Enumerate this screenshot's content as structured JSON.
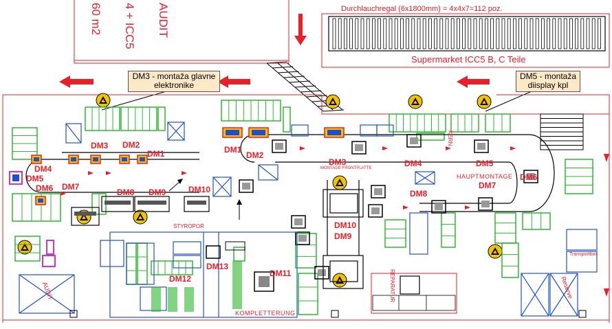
{
  "header": {
    "rack_title": "Durchlauchregal (6x1800mm) = 4x4x7=112 poz.",
    "supermarket_label": "Supermarket ICC5 B, C Teile"
  },
  "audit_box": {
    "line1": "AUDIT",
    "line2": "4 + ICC5",
    "line3": "60 m2"
  },
  "callouts": {
    "dm3": "DM3 - montaža glavne elektronike",
    "dm5": "DM5 - montaža diisplay kpl"
  },
  "stations": {
    "dm1_left": "DM1",
    "dm2_left": "DM2",
    "dm3_left": "DM3",
    "dm4_left": "DM4",
    "dm5_left": "DM5",
    "dm6_left": "DM6",
    "dm7_left": "DM7",
    "dm8_left": "DM8",
    "dm9_left": "DM9",
    "dm10_left": "DM10",
    "dm1_mid": "DM1",
    "dm2_mid": "DM2",
    "dm3_mid": "DM3",
    "dm4_right": "DM4",
    "dm5_right": "DM5",
    "dm6_right": "DM6",
    "dm7_right": "DM7",
    "dm8_right": "DM8",
    "dm9_center": "DM9",
    "dm10_center": "DM10",
    "dm11": "DM11",
    "dm12": "DM12",
    "dm13": "DM13"
  },
  "labels": {
    "hauptmontage": "HAUPTMONTAGE",
    "kompletierung": "KOMPLETTERUNG",
    "styropor": "STYROPOR",
    "kern": "KERN",
    "montage_frontplatte": "MONTAGE FRONTPLATTE",
    "reparatur": "REPARATUR",
    "reserve": "Reserve",
    "transport": "Transportbox",
    "audit_small": "AUDIT"
  },
  "colors": {
    "red": "#e8202a",
    "green": "#2eb82e",
    "blue": "#1f4fd1",
    "magenta": "#cc33cc",
    "esd_yellow": "#f2c200",
    "black": "#000000",
    "callout_bg": "#fde9c8"
  }
}
